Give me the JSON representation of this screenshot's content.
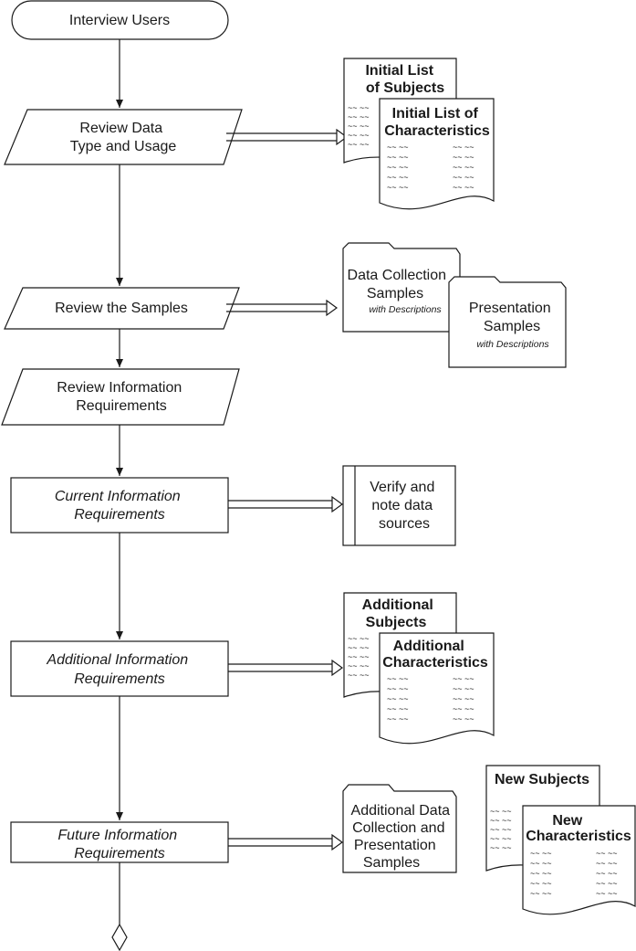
{
  "flow": {
    "start": "Interview Users",
    "step1": [
      "Review Data",
      "Type and Usage"
    ],
    "step2": "Review the Samples",
    "step3": [
      "Review Information",
      "Requirements"
    ],
    "step4": [
      "Current Information",
      "Requirements"
    ],
    "step5": [
      "Additional Information",
      "Requirements"
    ],
    "step6": [
      "Future Information",
      "Requirements"
    ]
  },
  "outputs": {
    "initial_subjects": [
      "Initial List",
      "of Subjects"
    ],
    "initial_characteristics": [
      "Initial List of",
      "Characteristics"
    ],
    "data_collection": [
      "Data Collection",
      "Samples"
    ],
    "data_collection_note": "with Descriptions",
    "presentation": [
      "Presentation",
      "Samples"
    ],
    "presentation_note": "with Descriptions",
    "verify": [
      "Verify and",
      "note data",
      "sources"
    ],
    "additional_subjects": [
      "Additional",
      "Subjects"
    ],
    "additional_characteristics": [
      "Additional",
      "Characteristics"
    ],
    "additional_samples": [
      "Additional Data",
      "Collection and",
      "Presentation",
      "Samples"
    ],
    "new_subjects": "New Subjects",
    "new_characteristics": [
      "New",
      "Characteristics"
    ]
  },
  "squiggle": "~~ ~~"
}
